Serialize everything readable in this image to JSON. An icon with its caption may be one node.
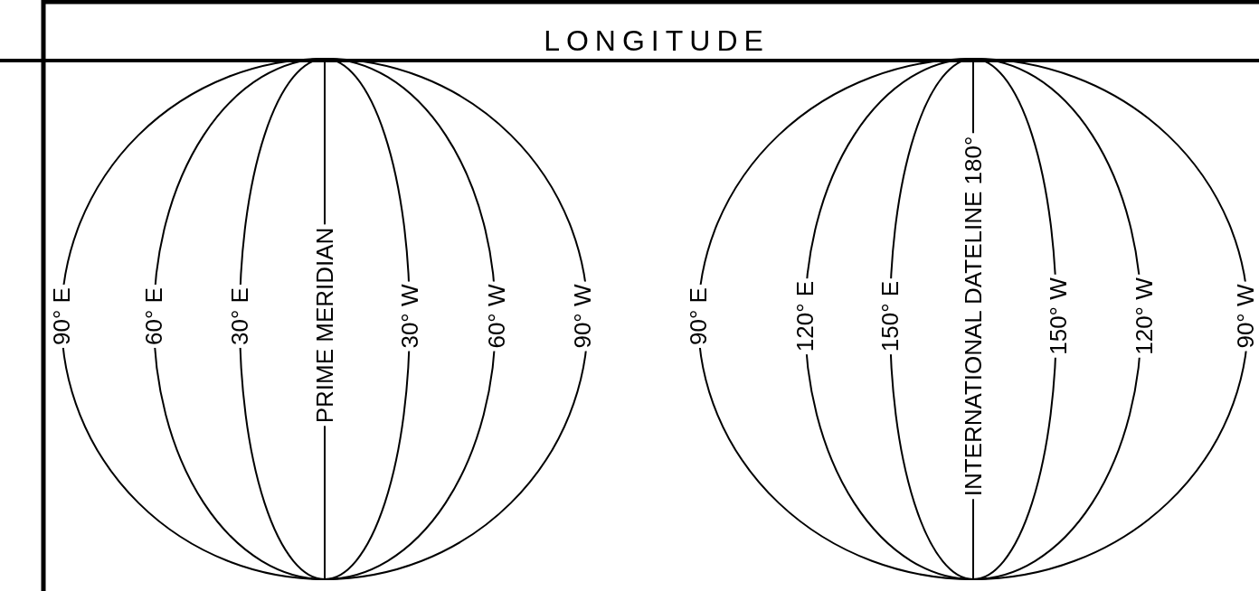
{
  "diagram": {
    "title": "LONGITUDE",
    "labels": [
      "90° E",
      "60° E",
      "30° E",
      "PRIME MERIDIAN",
      "30° W",
      "60° W",
      "90° W",
      "90° E",
      "120° E",
      "150° E",
      "INTERNATIONAL DATELINE 180°",
      "150° W",
      "120° W",
      "90° W"
    ]
  }
}
